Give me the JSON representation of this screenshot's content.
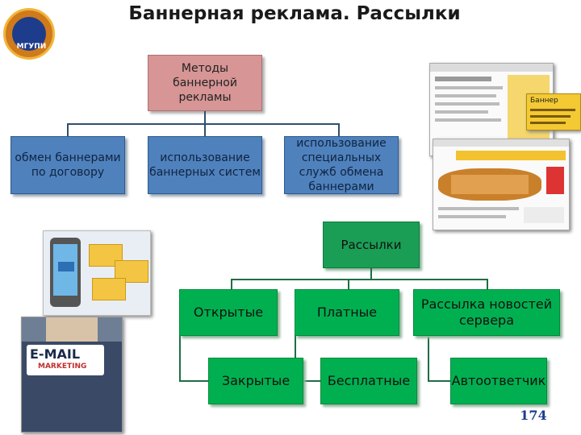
{
  "slide": {
    "title": "Баннерная реклама. Рассылки",
    "logo_text": "МГУПИ",
    "page_number": "174"
  },
  "banner_methods": {
    "root": "Методы баннерной рекламы",
    "children": [
      "обмен баннерами по договору",
      "использование баннерных систем",
      "использование специальных служб обмена баннерами"
    ]
  },
  "mailings": {
    "root": "Рассылки",
    "children": [
      "Открытые",
      "Платные",
      "Рассылка новостей сервера",
      "Закрытые",
      "Бесплатные",
      "Автоответчик"
    ]
  },
  "screenshot": {
    "banner_label": "Баннер"
  },
  "email_image": {
    "line1": "E-MAIL",
    "line2": "MARKETING"
  }
}
